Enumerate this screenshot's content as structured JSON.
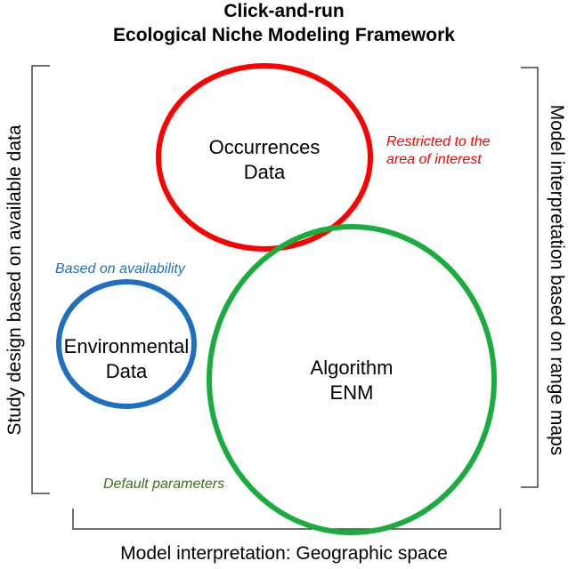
{
  "title": {
    "line1": "Click-and-run",
    "line2": "Ecological Niche Modeling Framework"
  },
  "nodes": {
    "occurrences": {
      "line1": "Occurrences",
      "line2": "Data",
      "color": "#ff0000",
      "annotation": {
        "line1": "Restricted to the",
        "line2": "area of interest",
        "color": "#ff0000"
      }
    },
    "environmental": {
      "line1": "Environmental",
      "line2": "Data",
      "color": "#1f6fc0",
      "annotation": {
        "line1": "Based on availability",
        "color": "#1f6fc0"
      }
    },
    "algorithm": {
      "line1": "Algorithm",
      "line2": "ENM",
      "color": "#1aad3d",
      "annotation": {
        "line1": "Default parameters",
        "color": "#3f6e1a"
      }
    }
  },
  "frame": {
    "left_label": "Study design based on available data",
    "right_label": "Model interpretation based on range maps",
    "bottom_label": "Model interpretation: Geographic space",
    "stroke_color": "#404040"
  }
}
